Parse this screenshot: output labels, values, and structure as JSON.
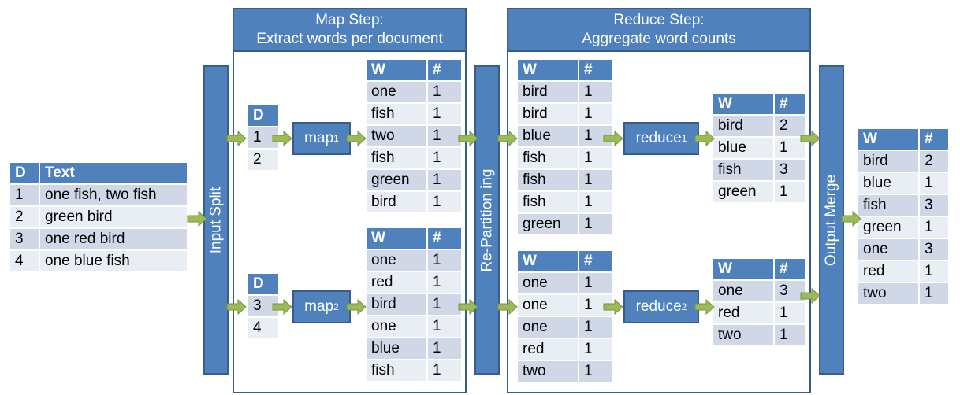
{
  "input_table": {
    "headers": [
      "D",
      "Text"
    ],
    "rows": [
      [
        "1",
        "one fish, two fish"
      ],
      [
        "2",
        "green bird"
      ],
      [
        "3",
        "one red bird"
      ],
      [
        "4",
        "one blue fish"
      ]
    ]
  },
  "input_split_label": "Input Split",
  "map_step": {
    "title_line1": "Map Step:",
    "title_line2": "Extract words per document"
  },
  "reduce_step": {
    "title_line1": "Reduce Step:",
    "title_line2": "Aggregate word counts"
  },
  "repartition_label": "Re-Partition ing",
  "output_merge_label": "Output Merge",
  "map1": {
    "name": "map",
    "sub": "1"
  },
  "map2": {
    "name": "map",
    "sub": "2"
  },
  "reduce1": {
    "name": "reduce",
    "sub": "1"
  },
  "reduce2": {
    "name": "reduce",
    "sub": "2"
  },
  "split1": {
    "header": "D",
    "rows": [
      "1",
      "2"
    ]
  },
  "split2": {
    "header": "D",
    "rows": [
      "3",
      "4"
    ]
  },
  "map1_out": {
    "headers": [
      "W",
      "#"
    ],
    "rows": [
      [
        "one",
        "1"
      ],
      [
        "fish",
        "1"
      ],
      [
        "two",
        "1"
      ],
      [
        "fish",
        "1"
      ],
      [
        "green",
        "1"
      ],
      [
        "bird",
        "1"
      ]
    ]
  },
  "map2_out": {
    "headers": [
      "W",
      "#"
    ],
    "rows": [
      [
        "one",
        "1"
      ],
      [
        "red",
        "1"
      ],
      [
        "bird",
        "1"
      ],
      [
        "one",
        "1"
      ],
      [
        "blue",
        "1"
      ],
      [
        "fish",
        "1"
      ]
    ]
  },
  "part1": {
    "headers": [
      "W",
      "#"
    ],
    "rows": [
      [
        "bird",
        "1"
      ],
      [
        "bird",
        "1"
      ],
      [
        "blue",
        "1"
      ],
      [
        "fish",
        "1"
      ],
      [
        "fish",
        "1"
      ],
      [
        "fish",
        "1"
      ],
      [
        "green",
        "1"
      ]
    ]
  },
  "part2": {
    "headers": [
      "W",
      "#"
    ],
    "rows": [
      [
        "one",
        "1"
      ],
      [
        "one",
        "1"
      ],
      [
        "one",
        "1"
      ],
      [
        "red",
        "1"
      ],
      [
        "two",
        "1"
      ]
    ]
  },
  "reduce1_out": {
    "headers": [
      "W",
      "#"
    ],
    "rows": [
      [
        "bird",
        "2"
      ],
      [
        "blue",
        "1"
      ],
      [
        "fish",
        "3"
      ],
      [
        "green",
        "1"
      ]
    ]
  },
  "reduce2_out": {
    "headers": [
      "W",
      "#"
    ],
    "rows": [
      [
        "one",
        "3"
      ],
      [
        "red",
        "1"
      ],
      [
        "two",
        "1"
      ]
    ]
  },
  "final_out": {
    "headers": [
      "W",
      "#"
    ],
    "rows": [
      [
        "bird",
        "2"
      ],
      [
        "blue",
        "1"
      ],
      [
        "fish",
        "3"
      ],
      [
        "green",
        "1"
      ],
      [
        "one",
        "3"
      ],
      [
        "red",
        "1"
      ],
      [
        "two",
        "1"
      ]
    ]
  },
  "colors": {
    "box_fill": "#4f81bd",
    "box_border": "#385d8a",
    "row_dark": "#d0d8e8",
    "row_light": "#e9edf4",
    "arrow": "#77933c"
  }
}
